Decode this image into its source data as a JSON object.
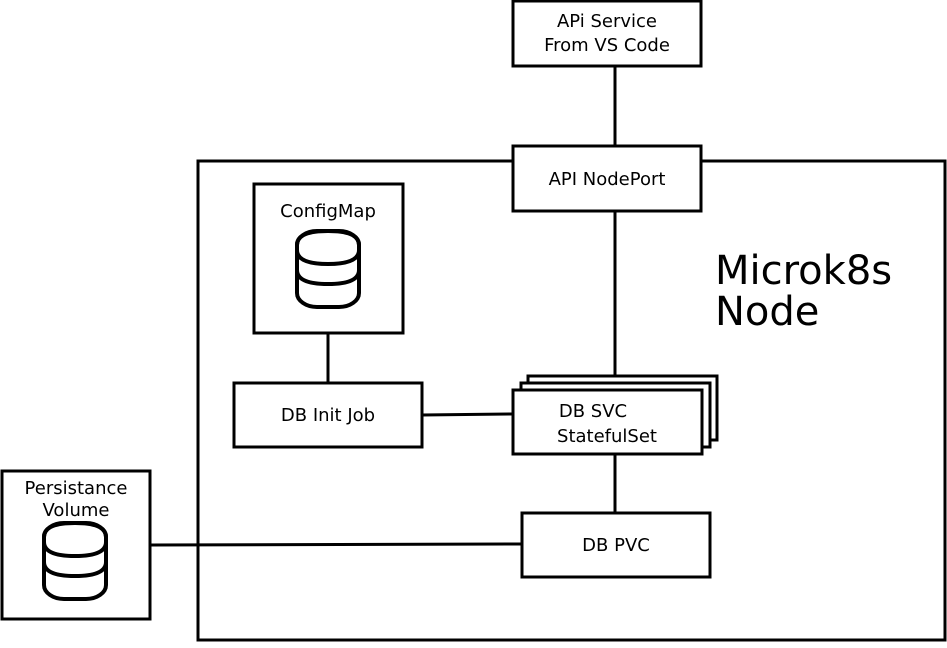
{
  "diagram": {
    "node_label": [
      "Microk8s",
      "Node"
    ],
    "api_service": [
      "APi Service",
      "From VS Code"
    ],
    "api_nodeport": "API NodePort",
    "configmap": "ConfigMap",
    "db_init_job": "DB Init Job",
    "db_svc": [
      "DB SVC",
      "StatefulSet"
    ],
    "db_pvc": "DB PVC",
    "persistence_volume": [
      "Persistance",
      "Volume"
    ]
  },
  "icons": {
    "configmap": "database-icon",
    "persistence_volume": "database-icon"
  }
}
